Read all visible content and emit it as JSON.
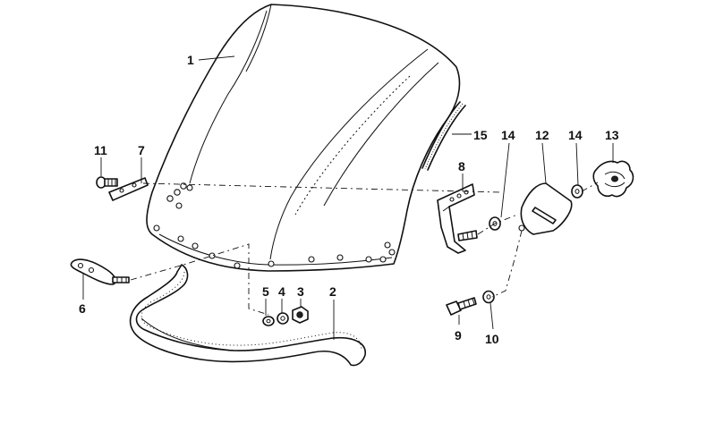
{
  "callouts": [
    {
      "id": "c1",
      "label": "1"
    },
    {
      "id": "c2",
      "label": "2"
    },
    {
      "id": "c3",
      "label": "3"
    },
    {
      "id": "c4",
      "label": "4"
    },
    {
      "id": "c5",
      "label": "5"
    },
    {
      "id": "c6",
      "label": "6"
    },
    {
      "id": "c7",
      "label": "7"
    },
    {
      "id": "c8",
      "label": "8"
    },
    {
      "id": "c9",
      "label": "9"
    },
    {
      "id": "c10",
      "label": "10"
    },
    {
      "id": "c11",
      "label": "11"
    },
    {
      "id": "c12",
      "label": "12"
    },
    {
      "id": "c13",
      "label": "13"
    },
    {
      "id": "c14a",
      "label": "14"
    },
    {
      "id": "c14b",
      "label": "14"
    },
    {
      "id": "c15",
      "label": "15"
    }
  ]
}
